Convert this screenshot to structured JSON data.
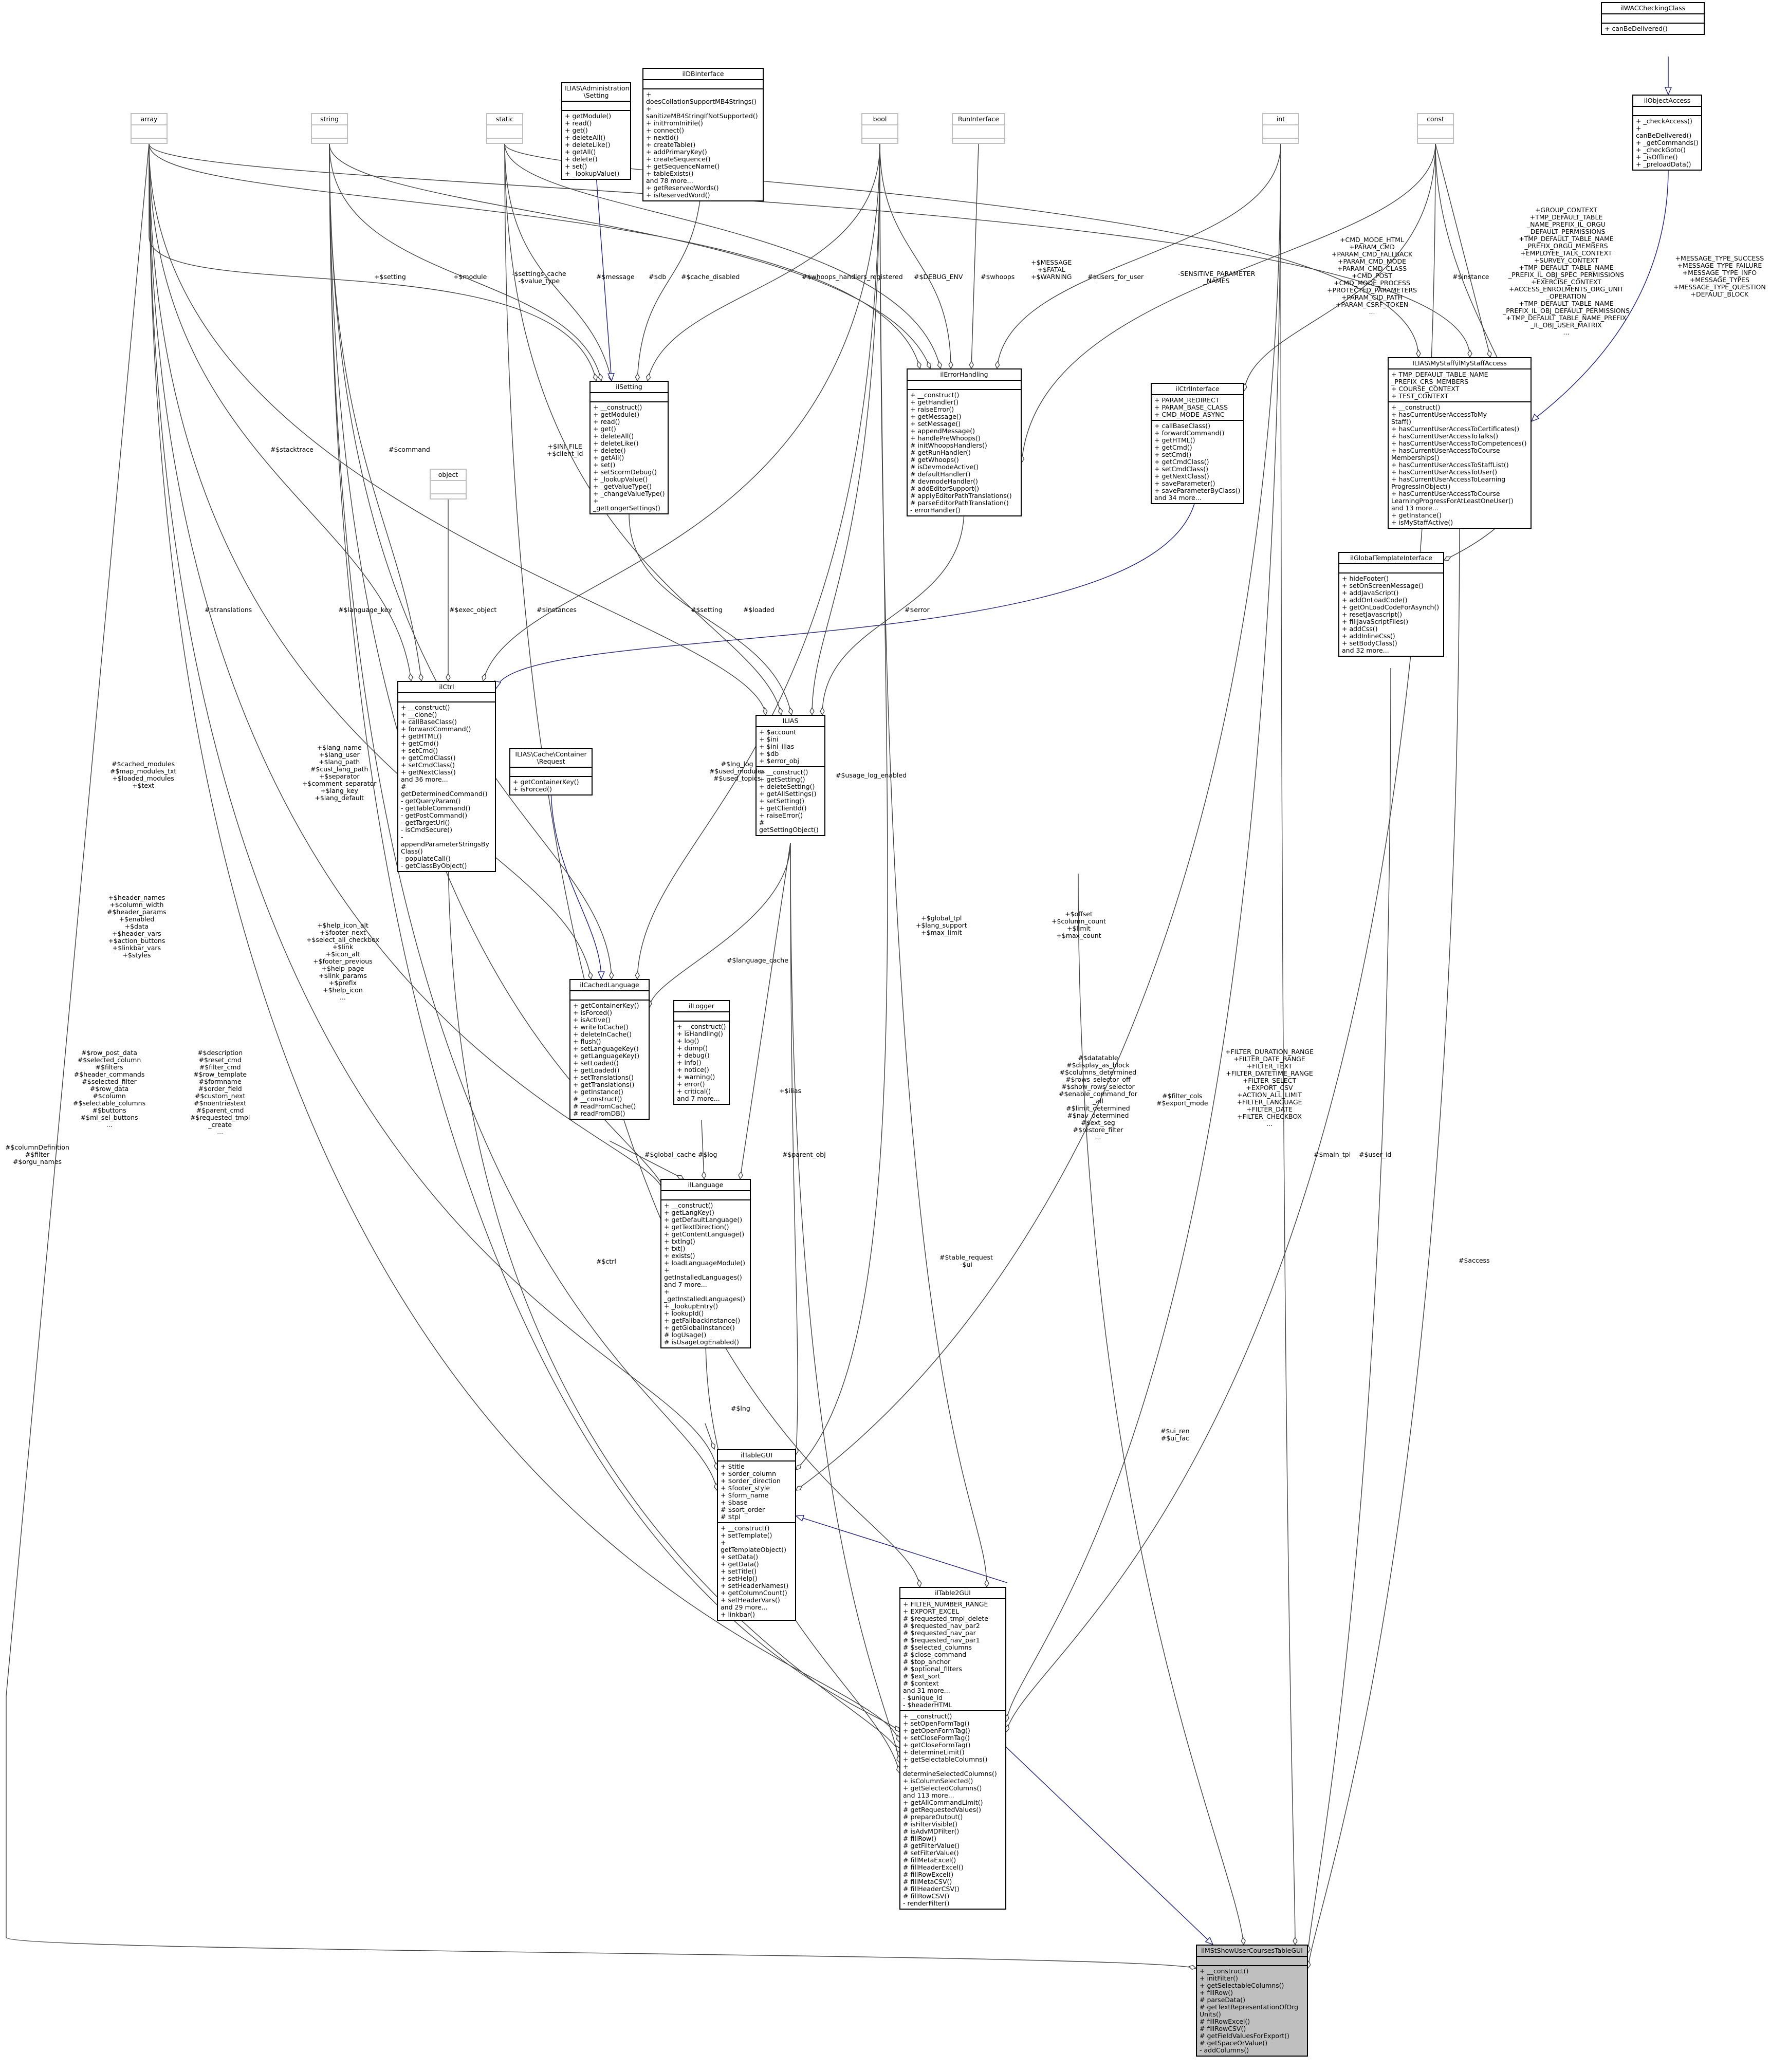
{
  "colors": {
    "inherit_edge": "#1a1a8c",
    "use_edge": "#404040",
    "stub_border": "#bfbfbf",
    "highlight_fill": "#bfbfbf"
  },
  "nodes": {
    "array": {
      "title": "array",
      "attrs": "",
      "methods": ""
    },
    "string": {
      "title": "string",
      "attrs": "",
      "methods": ""
    },
    "static": {
      "title": "static",
      "attrs": "",
      "methods": ""
    },
    "bool": {
      "title": "bool",
      "attrs": "",
      "methods": ""
    },
    "runinterface": {
      "title": "RunInterface",
      "attrs": "",
      "methods": ""
    },
    "int": {
      "title": "int",
      "attrs": "",
      "methods": ""
    },
    "const": {
      "title": "const",
      "attrs": "",
      "methods": ""
    },
    "object": {
      "title": "object",
      "attrs": "",
      "methods": ""
    },
    "ilwac": {
      "title": "ilWACCheckingClass",
      "attrs": "",
      "methods": "+ canBeDelivered()"
    },
    "ilobjectaccess": {
      "title": "ilObjectAccess",
      "attrs": "",
      "methods": "+ _checkAccess()\n+ canBeDelivered()\n+ _getCommands()\n+ _checkGoto()\n+ _isOffline()\n+ _preloadData()"
    },
    "ilias_admin_setting": {
      "title": "ILIAS\\Administration\n\\Setting",
      "attrs": "",
      "methods": "+ getModule()\n+ read()\n+ get()\n+ deleteAll()\n+ deleteLike()\n+ getAll()\n+ delete()\n+ set()\n+ _lookupValue()"
    },
    "ildbinterface": {
      "title": "ilDBInterface",
      "attrs": "",
      "methods": "+ doesCollationSupportMB4Strings()\n+ sanitizeMB4StringIfNotSupported()\n+ initFromIniFile()\n+ connect()\n+ nextId()\n+ createTable()\n+ addPrimaryKey()\n+ createSequence()\n+ getSequenceName()\n+ tableExists()\nand 78 more...\n+ getReservedWords()\n+ isReservedWord()"
    },
    "ilsetting": {
      "title": "ilSetting",
      "attrs": "",
      "methods": "+ __construct()\n+ getModule()\n+ read()\n+ get()\n+ deleteAll()\n+ deleteLike()\n+ delete()\n+ getAll()\n+ set()\n+ setScormDebug()\n+ _lookupValue()\n+ _getValueType()\n+ _changeValueType()\n+ _getLongerSettings()"
    },
    "ilerrorhandling": {
      "title": "ilErrorHandling",
      "attrs": "",
      "methods": "+ __construct()\n+ getHandler()\n+ raiseError()\n+ getMessage()\n+ setMessage()\n+ appendMessage()\n+ handlePreWhoops()\n# initWhoopsHandlers()\n# getRunHandler()\n# getWhoops()\n# isDevmodeActive()\n# defaultHandler()\n# devmodeHandler()\n# addEditorSupport()\n# applyEditorPathTranslations()\n# parseEditorPathTranslation()\n- errorHandler()"
    },
    "ilctrlinterface": {
      "title": "ilCtrlInterface",
      "attrs": "+ PARAM_REDIRECT\n+ PARAM_BASE_CLASS\n+ CMD_MODE_ASYNC",
      "methods": "+ callBaseClass()\n+ forwardCommand()\n+ getHTML()\n+ getCmd()\n+ setCmd()\n+ getCmdClass()\n+ setCmdClass()\n+ getNextClass()\n+ saveParameter()\n+ saveParameterByClass()\nand 34 more..."
    },
    "ilmystaffaccess": {
      "title": "ILIAS\\MyStaff\\ilMyStaffAccess",
      "attrs": "+ TMP_DEFAULT_TABLE_NAME\n_PREFIX_CRS_MEMBERS\n+ COURSE_CONTEXT\n+ TEST_CONTEXT",
      "methods": "+ __construct()\n+ hasCurrentUserAccessToMy\nStaff()\n+ hasCurrentUserAccessToCertificates()\n+ hasCurrentUserAccessToTalks()\n+ hasCurrentUserAccessToCompetences()\n+ hasCurrentUserAccessToCourse\nMemberships()\n+ hasCurrentUserAccessToStaffList()\n+ hasCurrentUserAccessToUser()\n+ hasCurrentUserAccessToLearning\nProgressInObject()\n+ hasCurrentUserAccessToCourse\nLearningProgressForAtLeastOneUser()\nand 13 more...\n+ getInstance()\n+ isMyStaffActive()"
    },
    "ilglobaltemplate": {
      "title": "ilGlobalTemplateInterface",
      "attrs": "",
      "methods": "+ hideFooter()\n+ setOnScreenMessage()\n+ addJavaScript()\n+ addOnLoadCode()\n+ getOnLoadCodeForAsynch()\n+ resetJavascript()\n+ fillJavaScriptFiles()\n+ addCss()\n+ addInlineCss()\n+ setBodyClass()\nand 32 more..."
    },
    "ilctrl": {
      "title": "ilCtrl",
      "attrs": "",
      "methods": "+ __construct()\n+ __clone()\n+ callBaseClass()\n+ forwardCommand()\n+ getHTML()\n+ getCmd()\n+ setCmd()\n+ getCmdClass()\n+ setCmdClass()\n+ getNextClass()\nand 36 more...\n# getDeterminedCommand()\n- getQueryParam()\n- getTableCommand()\n- getPostCommand()\n- getTargetUrl()\n- isCmdSecure()\n- appendParameterStringsBy\nClass()\n- populateCall()\n- getClassByObject()"
    },
    "ilias": {
      "title": "ILIAS",
      "attrs": "+ $account\n+ $ini\n+ $ini_ilias\n+ $db\n+ $error_obj",
      "methods": "+ __construct()\n+ getSetting()\n+ deleteSetting()\n+ getAllSettings()\n+ setSetting()\n+ getClientId()\n+ raiseError()\n# getSettingObject()"
    },
    "ilcache": {
      "title": "ILIAS\\Cache\\Container\n\\Request",
      "attrs": "",
      "methods": "+ getContainerKey()\n+ isForced()"
    },
    "ilcachedlanguage": {
      "title": "ilCachedLanguage",
      "attrs": "",
      "methods": "+ getContainerKey()\n+ isForced()\n+ isActive()\n+ writeToCache()\n+ deleteInCache()\n+ flush()\n+ setLanguageKey()\n+ getLanguageKey()\n+ setLoaded()\n+ getLoaded()\n+ setTranslations()\n+ getTranslations()\n+ getInstance()\n# __construct()\n# readFromCache()\n# readFromDB()"
    },
    "illogger": {
      "title": "ilLogger",
      "attrs": "",
      "methods": "+ __construct()\n+ isHandling()\n+ log()\n+ dump()\n+ debug()\n+ info()\n+ notice()\n+ warning()\n+ error()\n+ critical()\nand 7 more..."
    },
    "illanguage": {
      "title": "ilLanguage",
      "attrs": "",
      "methods": "+ __construct()\n+ getLangKey()\n+ getDefaultLanguage()\n+ getTextDirection()\n+ getContentLanguage()\n+ txtlng()\n+ txt()\n+ exists()\n+ loadLanguageModule()\n+ getInstalledLanguages()\nand 7 more...\n+ _getInstalledLanguages()\n+ _lookupEntry()\n+ lookupId()\n+ getFallbackInstance()\n+ getGlobalInstance()\n# logUsage()\n# isUsageLogEnabled()"
    },
    "iltablegui": {
      "title": "ilTableGUI",
      "attrs": "+ $title\n+ $order_column\n+ $order_direction\n+ $footer_style\n+ $form_name\n+ $base\n# $sort_order\n# $tpl",
      "methods": "+ __construct()\n+ setTemplate()\n+ getTemplateObject()\n+ setData()\n+ getData()\n+ setTitle()\n+ setHelp()\n+ setHeaderNames()\n+ getColumnCount()\n+ setHeaderVars()\nand 29 more...\n+ linkbar()"
    },
    "iltable2gui": {
      "title": "ilTable2GUI",
      "attrs": "+ FILTER_NUMBER_RANGE\n+ EXPORT_EXCEL\n# $requested_tmpl_delete\n# $requested_nav_par2\n# $requested_nav_par\n# $requested_nav_par1\n# $selected_columns\n# $close_command\n# $top_anchor\n# $optional_filters\n# $ext_sort\n# $context\nand 31 more...\n- $unique_id\n- $headerHTML",
      "methods": "+ __construct()\n+ setOpenFormTag()\n+ getOpenFormTag()\n+ setCloseFormTag()\n+ getCloseFormTag()\n+ determineLimit()\n+ getSelectableColumns()\n+ determineSelectedColumns()\n+ isColumnSelected()\n+ getSelectedColumns()\nand 113 more...\n+ getAllCommandLimit()\n# getRequestedValues()\n# prepareOutput()\n# isFilterVisible()\n# isAdvMDFilter()\n# fillRow()\n# getFilterValue()\n# setFilterValue()\n# fillMetaExcel()\n# fillHeaderExcel()\n# fillRowExcel()\n# fillMetaCSV()\n# fillHeaderCSV()\n# fillRowCSV()\n- renderFilter()"
    },
    "target": {
      "title": "ilMStShowUserCoursesTableGUI",
      "attrs": "",
      "methods": "+ __construct()\n+ initFilter()\n+ getSelectableColumns()\n+ fillRow()\n# parseData()\n# getTextRepresentationOfOrg\nUnits()\n# fillRowExcel()\n# fillRowCSV()\n# getFieldValuesForExport()\n# getSpaceOrValue()\n- addColumns()"
    }
  },
  "edge_labels": {
    "setting": "+$setting",
    "module": "+$module",
    "settings_cache": "-$settings_cache\n-$value_type",
    "message": "#$message",
    "db": "#$db",
    "cache_disabled": "#$cache_disabled",
    "whoops_registered": "#$whoops_handlers_registered",
    "debug_env": "#$DEBUG_ENV",
    "whoops": "#$whoops",
    "message_fatal": "+$MESSAGE\n+$FATAL\n+$WARNING",
    "users_for_user": "#$users_for_user",
    "sensitive": "-SENSITIVE_PARAMETER\n_NAMES",
    "instance": "#$instance",
    "cmd_mode": "+CMD_MODE_HTML\n+PARAM_CMD\n+PARAM_CMD_FALLBACK\n+PARAM_CMD_MODE\n+PARAM_CMD_CLASS\n+CMD_POST\n+CMD_MODE_PROCESS\n+PROTECTED_PARAMETERS\n+PARAM_CID_PATH\n+PARAM_CSRF_TOKEN\n...",
    "group_context": "+GROUP_CONTEXT\n+TMP_DEFAULT_TABLE\n_NAME_PREFIX_IL_ORGU\n_DEFAULT_PERMISSIONS\n+TMP_DEFAULT_TABLE_NAME\n_PREFIX_ORGU_MEMBERS\n+EMPLOYEE_TALK_CONTEXT\n+SURVEY_CONTEXT\n+TMP_DEFAULT_TABLE_NAME\n_PREFIX_IL_OBJ_SPEC_PERMISSIONS\n+EXERCISE_CONTEXT\n+ACCESS_ENROLMENTS_ORG_UNIT\n_OPERATION\n+TMP_DEFAULT_TABLE_NAME\n_PREFIX_IL_OBJ_DEFAULT_PERMISSIONS\n+TMP_DEFAULT_TABLE_NAME_PREFIX\n_IL_OBJ_USER_MATRIX\n...",
    "message_types": "+MESSAGE_TYPE_SUCCESS\n+MESSAGE_TYPE_FAILURE\n+MESSAGE_TYPE_INFO\n+MESSAGE_TYPES\n+MESSAGE_TYPE_QUESTION\n+DEFAULT_BLOCK",
    "stacktrace": "#$stacktrace",
    "command": "#$command",
    "ini_file": "+$INI_FILE\n+$client_id",
    "translations": "#$translations",
    "language_key": "#$language_key",
    "exec_object": "#$exec_object",
    "instances": "#$instances",
    "setting2": "#$setting",
    "loaded": "#$loaded",
    "error": "#$error",
    "lang_name": "+$lang_name\n+$lang_user\n+$lang_path\n#$cust_lang_path\n+$separator\n+$comment_separator\n+$lang_key\n+$lang_default",
    "cached_modules": "#$cached_modules\n#$map_modules_txt\n+$loaded_modules\n+$text",
    "lng_log": "#$lng_log\n#$used_modules\n#$used_topics",
    "usage_log": "#$usage_log_enabled",
    "help_icon": "+$help_icon_alt\n+$footer_next\n+$select_all_checkbox\n+$link\n+$icon_alt\n+$footer_previous\n+$help_page\n+$link_params\n+$prefix\n+$help_icon\n...",
    "header_names": "+$header_names\n+$column_width\n#$header_params\n+$enabled\n+$data\n+$header_vars\n+$action_buttons\n+$linkbar_vars\n+$styles",
    "language_cache": "#$language_cache",
    "global_tpl": "+$global_tpl\n+$lang_support\n+$max_limit",
    "offset": "+$offset\n+$column_count\n+$limit\n+$max_count",
    "filter_duration": "+FILTER_DURATION_RANGE\n+FILTER_DATE_RANGE\n+FILTER_TEXT\n+FILTER_DATETIME_RANGE\n+FILTER_SELECT\n+EXPORT_CSV\n+ACTION_ALL_LIMIT\n+FILTER_LANGUAGE\n+FILTER_DATE\n+FILTER_CHECKBOX\n...",
    "row_post_data": "#$row_post_data\n#$selected_column\n#$filters\n#$header_commands\n#$selected_filter\n#$row_data\n#$column\n#$selectable_columns\n#$buttons\n#$mi_sel_buttons\n...",
    "description": "#$description\n#$reset_cmd\n#$filter_cmd\n#$row_template\n#$formname\n#$order_field\n#$custom_next\n#$noentriestext\n#$parent_cmd\n#$requested_tmpl\n_create\n...",
    "datatable": "#$datatable\n#$display_as_block\n#$columns_determined\n#$rows_selector_off\n#$show_rows_selector\n#$enable_command_for\n_all\n#$limit_determined\n#$nav_determined\n#$ext_seg\n#$restore_filter\n...",
    "filter_cols": "#$filter_cols\n#$export_mode",
    "global_cache": "#$global_cache",
    "log": "#$log",
    "parent_obj": "#$parent_obj",
    "ilias": "+$ilias",
    "main_tpl": "#$main_tpl",
    "user_id": "#$user_id",
    "access": "#$access",
    "column_definition": "#$columnDefinition\n#$filter\n#$orgu_names",
    "ctrl": "#$ctrl",
    "lng": "#$lng",
    "table_request": "#$table_request\n-$ui",
    "ui_ren": "#$ui_ren\n#$ui_fac"
  }
}
